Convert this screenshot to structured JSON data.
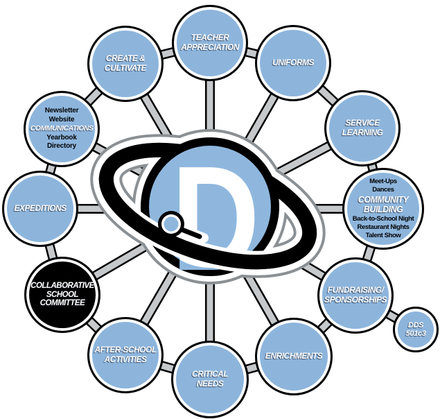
{
  "diagram": {
    "center_letter": "D",
    "colors": {
      "node_blue": "#8db5dc",
      "node_black": "#000000",
      "spoke_gray": "#c6c9cb",
      "contour_gray": "#8b9094",
      "text_white": "#ffffff",
      "text_black": "#000000"
    },
    "nodes": {
      "teacher": {
        "title": "TEACHER\nAPPRECIATION"
      },
      "create": {
        "title": "CREATE &\nCULTIVATE"
      },
      "uniforms": {
        "title": "UNIFORMS"
      },
      "communications": {
        "pre": "Newsletter\nWebsite",
        "title": "COMMUNICATIONS",
        "post": "Yearbook\nDirectory"
      },
      "service": {
        "title": "SERVICE\nLEARNING"
      },
      "expeditions": {
        "title": "EXPEDITIONS"
      },
      "community": {
        "pre": "Meet-Ups\nDances",
        "title": "COMMUNITY\nBUILDING",
        "post": "Back-to-School Night\nRestaurant Nights\nTalent Show"
      },
      "collaborative": {
        "title": "COLLABORATIVE\nSCHOOL\nCOMMITTEE"
      },
      "fundraising": {
        "title": "FUNDRAISING/\nSPONSORSHIPS"
      },
      "dds": {
        "title": "DDS\n501c3"
      },
      "enrichments": {
        "title": "ENRICHMENTS"
      },
      "critical": {
        "title": "CRITICAL\nNEEDS"
      },
      "after_school": {
        "title": "AFTER-SCHOOL\nACTIVITIES"
      }
    }
  }
}
